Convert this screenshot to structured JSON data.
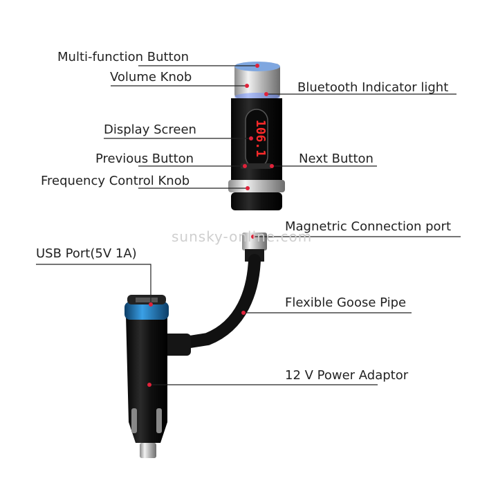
{
  "labels": {
    "multi_function_button": "Multi-function Button",
    "volume_knob": "Volume Knob",
    "bluetooth_indicator_light": "Bluetooth Indicator light",
    "display_screen": "Display Screen",
    "previous_button": "Previous Button",
    "next_button": "Next Button",
    "frequency_control_knob": "Frequency Control Knob",
    "magnetic_connection_port": "Magnetric Connection port",
    "usb_port": "USB Port(5V 1A)",
    "flexible_goose_pipe": "Flexible Goose Pipe",
    "power_adaptor": "12 V Power Adaptor"
  },
  "display_readout": "106.1",
  "watermark": "sunsky-online.com",
  "colors": {
    "leader_line": "#222222",
    "marker_dot": "#e0223a",
    "display_digits": "#ff2a2a",
    "body": "#111111",
    "chrome": "#c9c9c9",
    "blue_ring": "#1e6fb5"
  }
}
